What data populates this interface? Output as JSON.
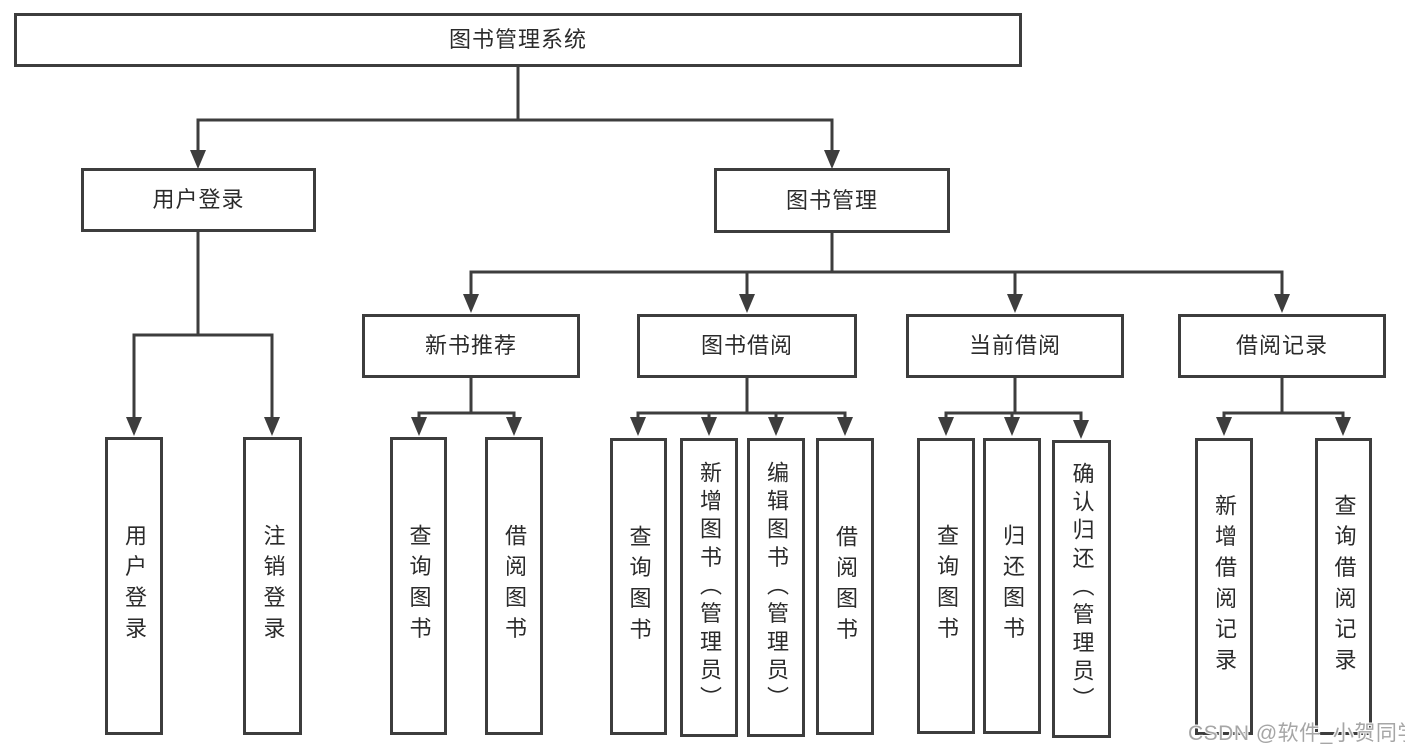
{
  "diagram": {
    "root": "图书管理系统",
    "level2": [
      "用户登录",
      "图书管理"
    ],
    "level3": [
      "新书推荐",
      "图书借阅",
      "当前借阅",
      "借阅记录"
    ],
    "leaves": {
      "user_login": [
        "用户登录",
        "注销登录"
      ],
      "new_books": [
        "查询图书",
        "借阅图书"
      ],
      "book_borrow": [
        "查询图书",
        "新增图书（管理员）",
        "编辑图书（管理员）",
        "借阅图书"
      ],
      "current_borrow": [
        "查询图书",
        "归还图书",
        "确认归还（管理员）"
      ],
      "borrow_records": [
        "新增借阅记录",
        "查询借阅记录"
      ]
    }
  },
  "watermark": "CSDN @软件_小贺同学",
  "colors": {
    "line": "#3d3d3d",
    "text": "#2b2b2b",
    "background": "#ffffff",
    "watermark": "#a6a6a6"
  }
}
